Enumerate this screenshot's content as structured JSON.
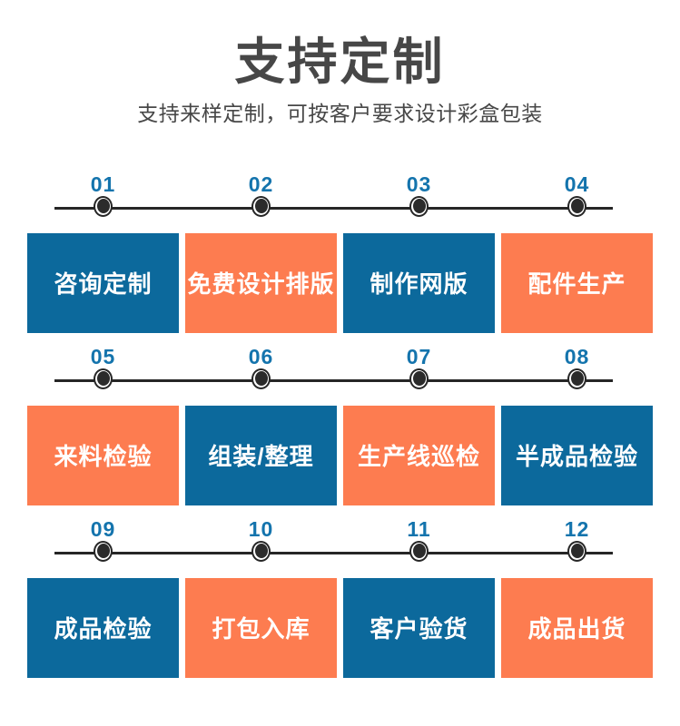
{
  "header": {
    "title": "支持定制",
    "subtitle": "支持来样定制，可按客户要求设计彩盒包装"
  },
  "colors": {
    "step_blue": "#0c699c",
    "step_orange": "#fd7c50",
    "number_blue": "#1474ad",
    "heading_text": "#474747",
    "timeline_dark": "#262626",
    "step_label_text": "#ffffff"
  },
  "rows": [
    {
      "steps": [
        {
          "number": "01",
          "label": "咨询定制",
          "color": "blue"
        },
        {
          "number": "02",
          "label": "免费设计排版",
          "color": "orange"
        },
        {
          "number": "03",
          "label": "制作网版",
          "color": "blue"
        },
        {
          "number": "04",
          "label": "配件生产",
          "color": "orange"
        }
      ]
    },
    {
      "steps": [
        {
          "number": "05",
          "label": "来料检验",
          "color": "orange"
        },
        {
          "number": "06",
          "label": "组装/整理",
          "color": "blue"
        },
        {
          "number": "07",
          "label": "生产线巡检",
          "color": "orange"
        },
        {
          "number": "08",
          "label": "半成品检验",
          "color": "blue"
        }
      ]
    },
    {
      "steps": [
        {
          "number": "09",
          "label": "成品检验",
          "color": "blue"
        },
        {
          "number": "10",
          "label": "打包入库",
          "color": "orange"
        },
        {
          "number": "11",
          "label": "客户验货",
          "color": "blue"
        },
        {
          "number": "12",
          "label": "成品出货",
          "color": "orange"
        }
      ]
    }
  ]
}
